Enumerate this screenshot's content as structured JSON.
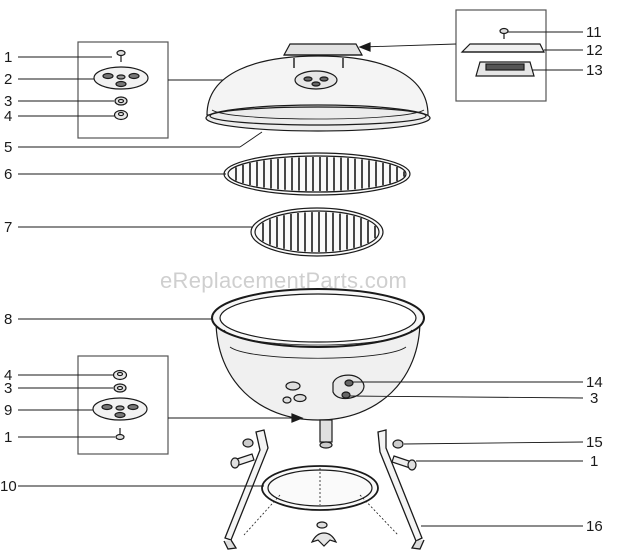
{
  "watermark": "eReplacementParts.com",
  "callouts": {
    "c1a": "1",
    "c2": "2",
    "c3a": "3",
    "c4a": "4",
    "c5": "5",
    "c6": "6",
    "c7": "7",
    "c8": "8",
    "c4b": "4",
    "c3b": "3",
    "c9": "9",
    "c1b": "1",
    "c10": "10",
    "c11": "11",
    "c12": "12",
    "c13": "13",
    "c14": "14",
    "c3c": "3",
    "c15": "15",
    "c1c": "1",
    "c16": "16"
  },
  "colors": {
    "line": "#1a1a1a",
    "fill_light": "#f2f2f2",
    "fill_mid": "#d9d9d9",
    "watermark": "#cfcfcf"
  }
}
